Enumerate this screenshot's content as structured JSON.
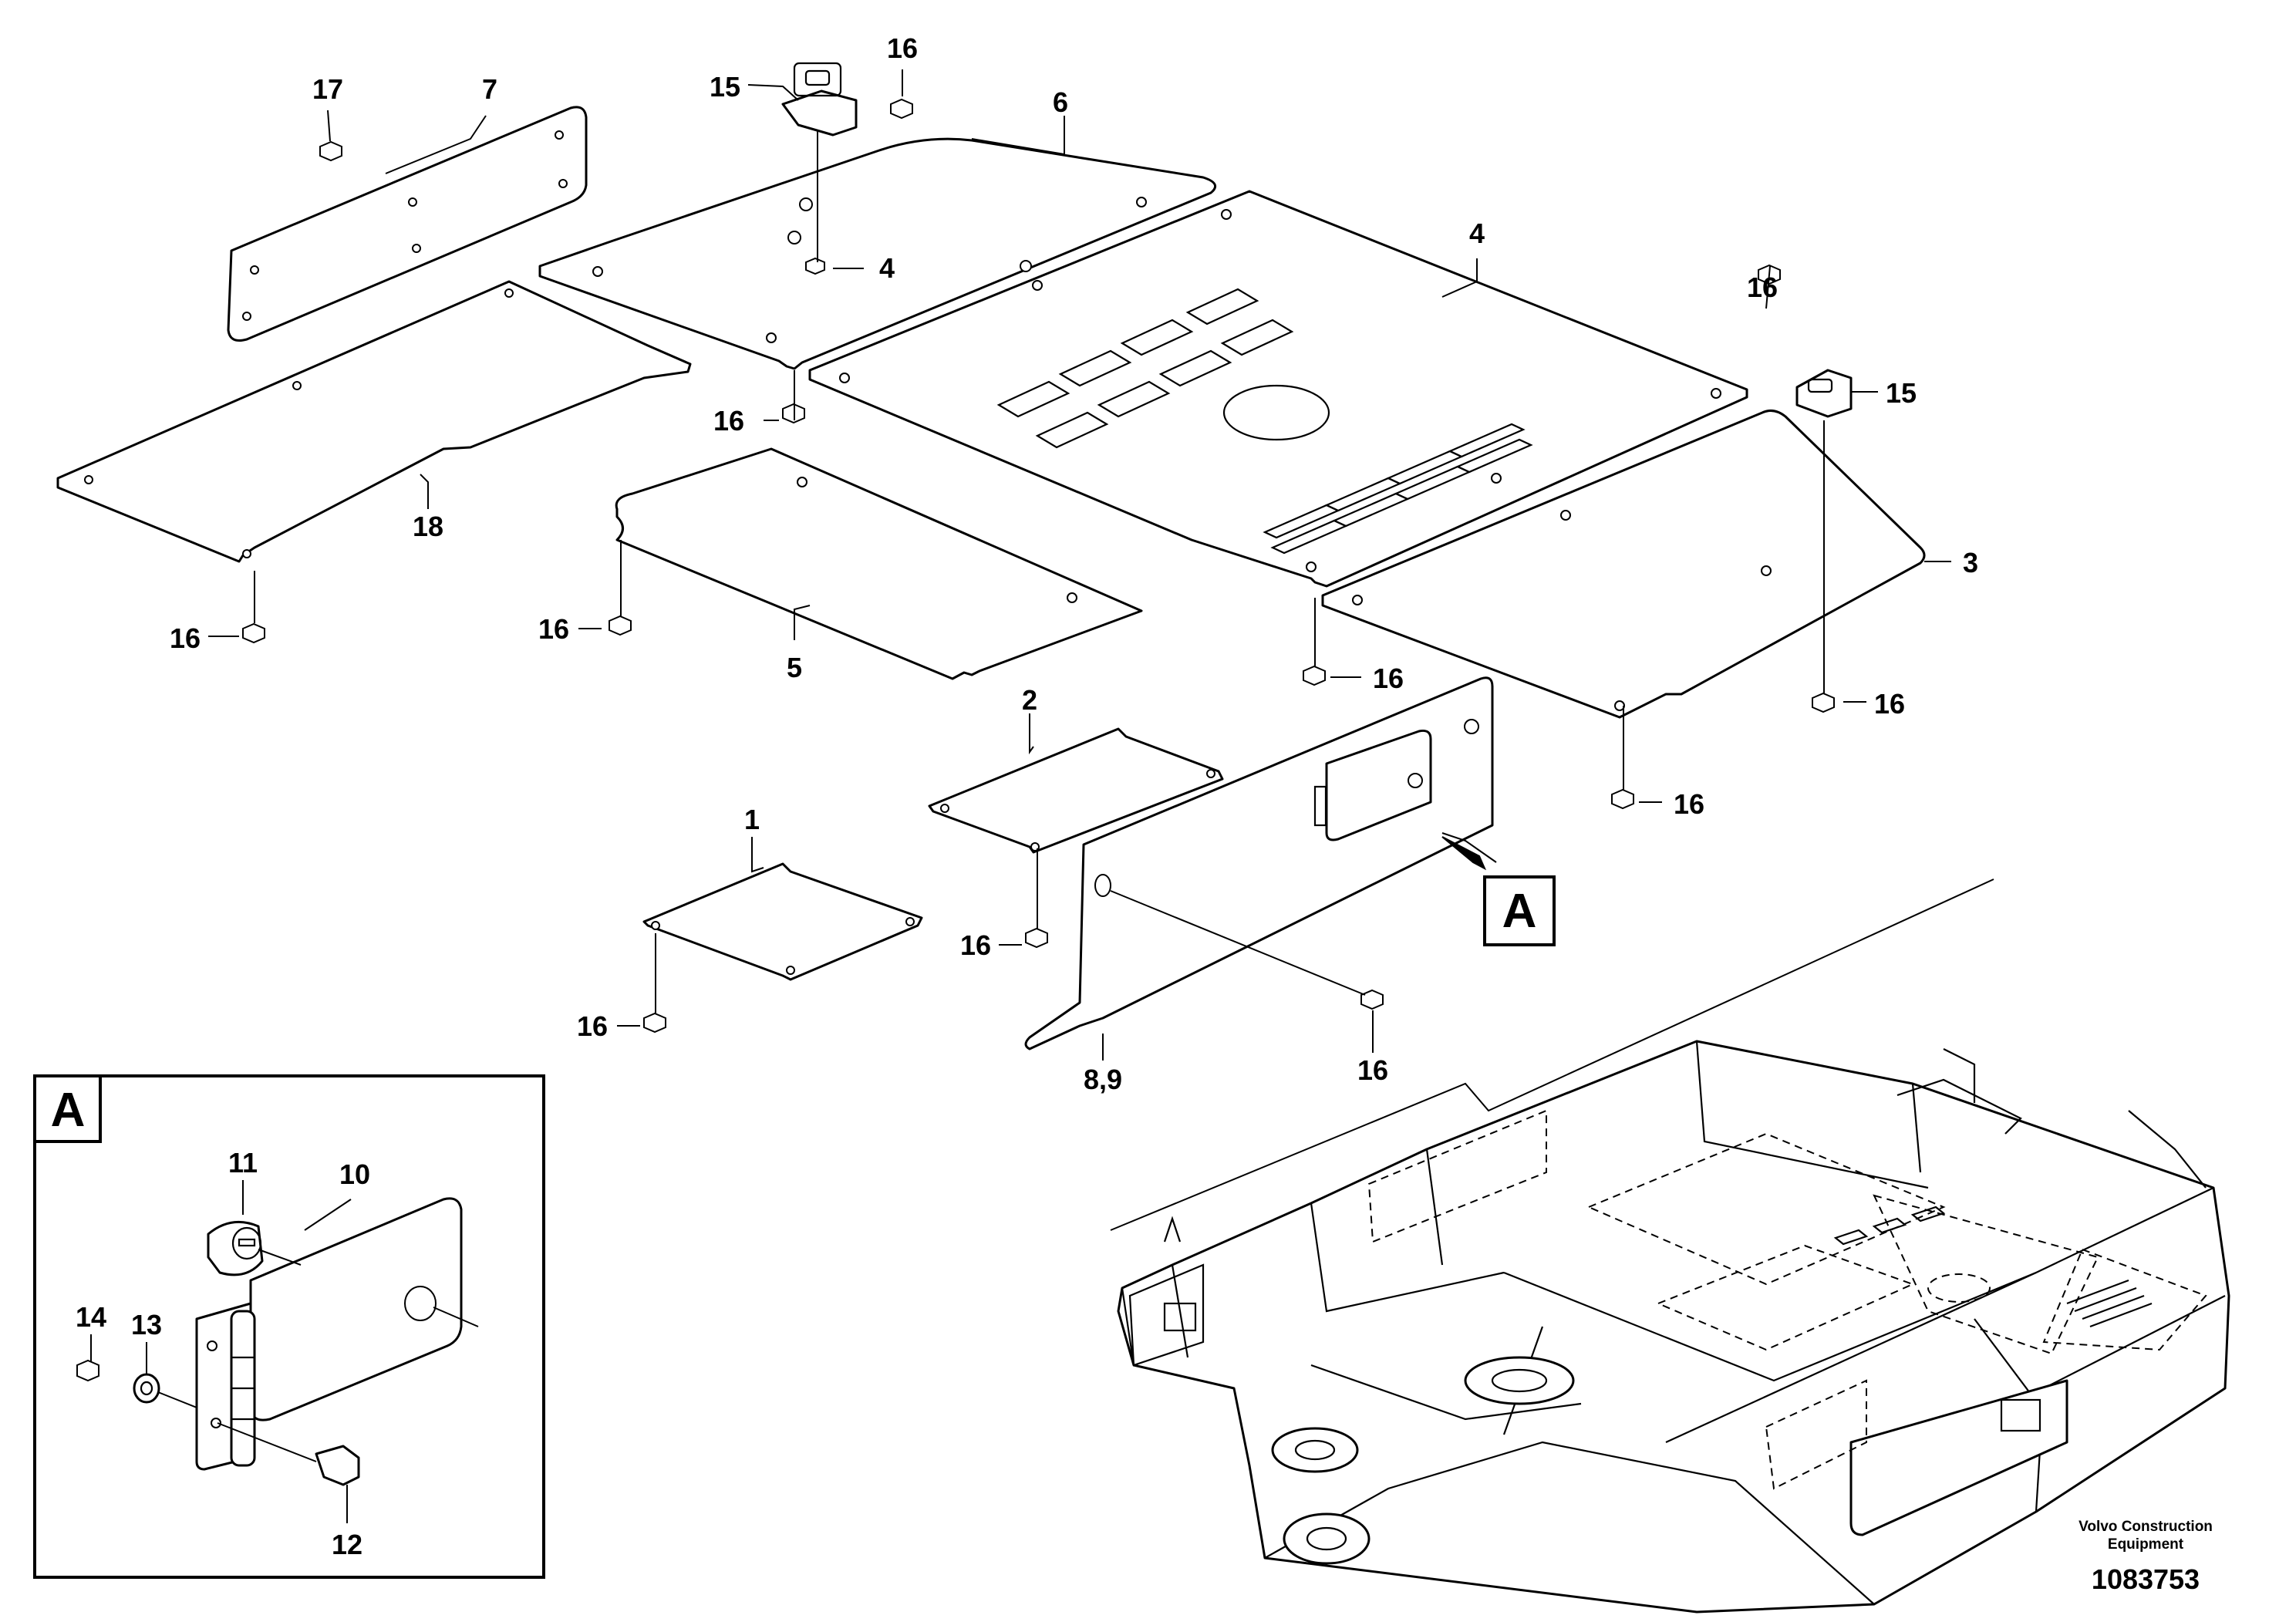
{
  "callouts": {
    "c17": "17",
    "c7": "7",
    "c15_top": "15",
    "c16_top": "16",
    "c6": "6",
    "c4_bolt": "4",
    "c4": "4",
    "c16_right_top": "16",
    "c15_right": "15",
    "c18": "18",
    "c16_left": "16",
    "c16_mid": "16",
    "c5": "5",
    "c16_p6": "16",
    "c3": "3",
    "c16_p4": "16",
    "c16_p3": "16",
    "c16_p3b": "16",
    "c2": "2",
    "c1": "1",
    "c16_p2": "16",
    "c16_p1": "16",
    "c16_p89": "16",
    "c89": "8,9",
    "c11": "11",
    "c10": "10",
    "c14": "14",
    "c13": "13",
    "c12": "12"
  },
  "detail_view": {
    "label": "A"
  },
  "inset": {
    "label": "A"
  },
  "footer": {
    "credit_line1": "Volvo Construction",
    "credit_line2": "Equipment",
    "doc_number": "1083753"
  }
}
